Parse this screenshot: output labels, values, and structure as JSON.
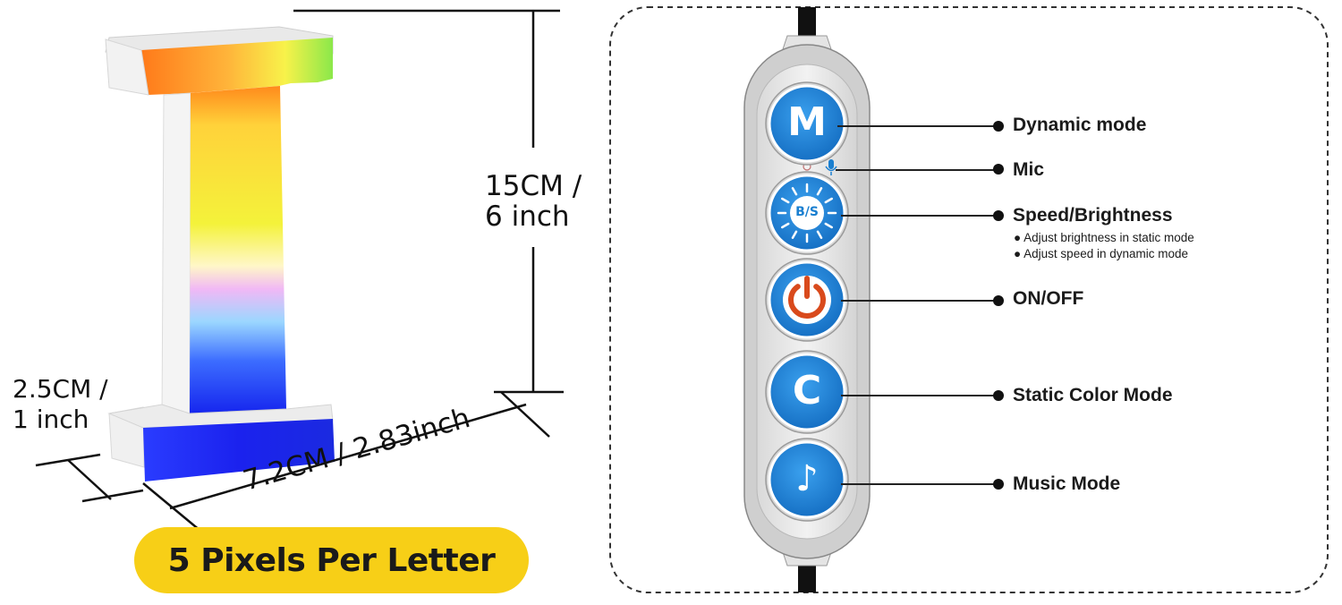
{
  "letter_dimensions": {
    "height": "15CM /\n6 inch",
    "depth": "2.5CM /\n1 inch",
    "width": "7.2CM / 2.83inch"
  },
  "badge": {
    "text": "5 Pixels Per Letter",
    "color": "#f7cf17"
  },
  "remote": {
    "buttons": [
      {
        "glyph": "M",
        "label": "Dynamic mode",
        "icon": "m-icon"
      },
      {
        "glyph": "B/S",
        "label": "Speed/Brightness",
        "icon": "sun-icon"
      },
      {
        "glyph": "",
        "label": "ON/OFF",
        "icon": "power-icon"
      },
      {
        "glyph": "C",
        "label": "Static Color Mode",
        "icon": "c-icon"
      },
      {
        "glyph": "♪",
        "label": "Music Mode",
        "icon": "music-note-icon"
      }
    ],
    "mic_label": "Mic",
    "speed_notes": [
      "● Adjust brightness in static mode",
      "● Adjust speed in dynamic mode"
    ],
    "button_color": "#1a7fd0",
    "power_color": "#d94a1c"
  }
}
